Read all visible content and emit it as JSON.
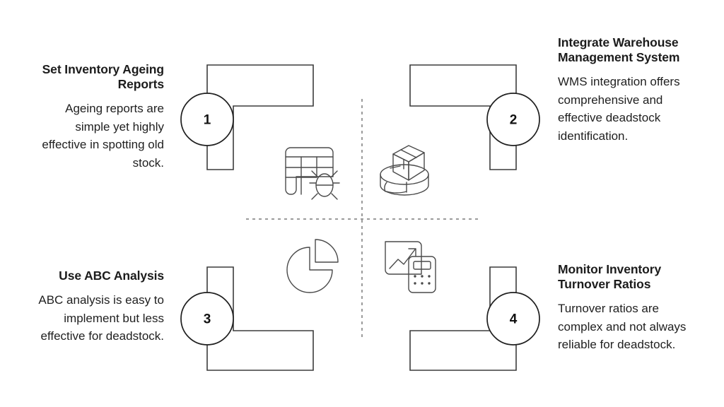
{
  "diagram": {
    "type": "quadrant-step-diagram",
    "title": "",
    "background_color": "#ffffff",
    "stroke_color": "#3c3c3c",
    "text_color": "#1c1c1c",
    "divider_color": "#7a7a7a",
    "divider_style": "dashed-cross"
  },
  "quadrants": [
    {
      "number": "1",
      "position": "top-left",
      "title": "Set Inventory Ageing Reports",
      "body": "Ageing reports are simple yet highly effective in spotting old stock.",
      "text_align": "right",
      "icon_name": "spreadsheet-bug-icon",
      "icon_label": "Spreadsheet with bug"
    },
    {
      "number": "2",
      "position": "top-right",
      "title": "Integrate Warehouse Management System",
      "body": "WMS integration offers comprehensive and effective deadstock identification.",
      "text_align": "left",
      "icon_name": "warehouse-robot-icon",
      "icon_label": "Warehouse robot carrying box"
    },
    {
      "number": "3",
      "position": "bottom-left",
      "title": "Use ABC Analysis",
      "body": "ABC analysis is easy to implement but less effective for deadstock.",
      "text_align": "right",
      "icon_name": "pie-chart-icon",
      "icon_label": "Pie chart with exploded slice"
    },
    {
      "number": "4",
      "position": "bottom-right",
      "title": "Monitor Inventory Turnover Ratios",
      "body": "Turnover ratios are complex and not always reliable for deadstock.",
      "text_align": "left",
      "icon_name": "analytics-calculator-icon",
      "icon_label": "Trend chart with calculator"
    }
  ]
}
